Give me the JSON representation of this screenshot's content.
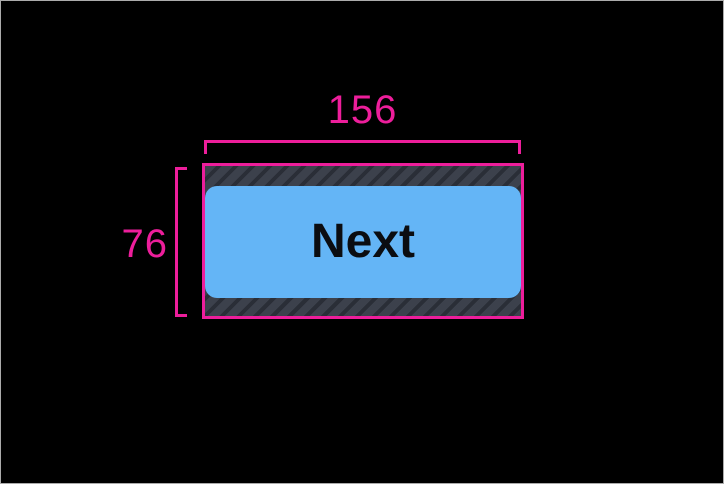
{
  "measurements": {
    "width_label": "156",
    "height_label": "76"
  },
  "button": {
    "label": "Next"
  },
  "colors": {
    "background": "#000000",
    "frame_border": "#ABABAB",
    "guide_pink": "#ED1E9B",
    "button_blue": "#64B5F6",
    "button_text": "#0B0D11",
    "padding_hatch_base": "#3C414C",
    "padding_hatch_stripe": "#2A2E37"
  }
}
